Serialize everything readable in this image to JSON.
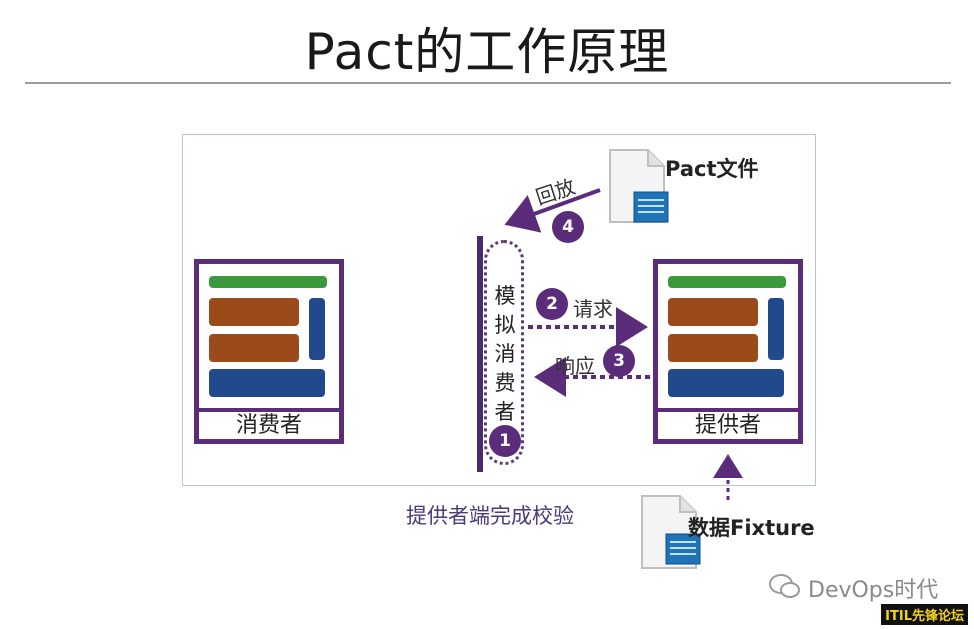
{
  "title": "Pact的工作原理",
  "consumer": {
    "label": "消费者"
  },
  "provider": {
    "label": "提供者"
  },
  "mock": {
    "label": "模拟消费者"
  },
  "steps": [
    {
      "num": "1"
    },
    {
      "num": "2",
      "label": "请求"
    },
    {
      "num": "3",
      "label": "响应"
    },
    {
      "num": "4",
      "label": "回放"
    }
  ],
  "pact_file": {
    "label": "Pact文件"
  },
  "fixture": {
    "label": "数据Fixture"
  },
  "verify": {
    "label": "提供者端完成校验"
  },
  "watermark": {
    "text": "DevOps时代",
    "badge": "ITIL先锋论坛"
  },
  "colors": {
    "accent": "#5a2c7a",
    "green": "#3b9a3b",
    "brown": "#9b4a1a",
    "blue": "#214a8c"
  }
}
